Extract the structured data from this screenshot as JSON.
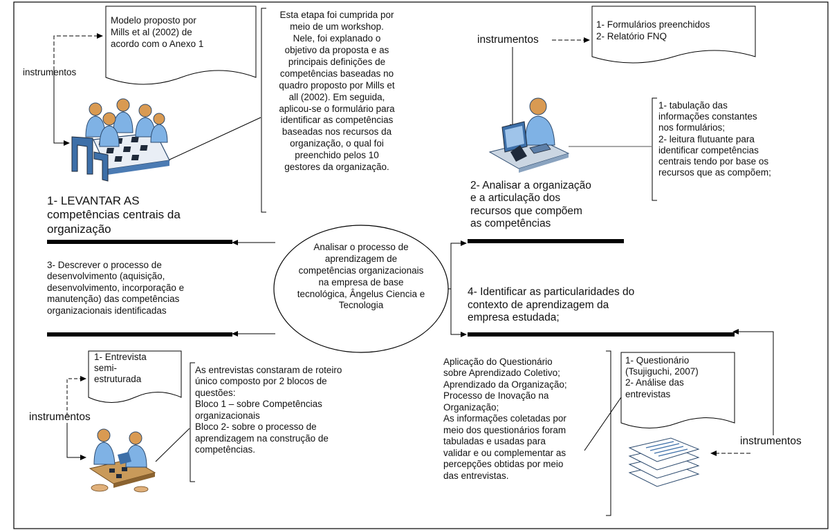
{
  "colors": {
    "ink": "#000000",
    "figure_blue": "#7fb2e5",
    "figure_dark": "#3d6fa8",
    "skin": "#d99a52",
    "table_wood": "#c99a5a",
    "connector_gray": "#8a8a8a"
  },
  "center_node": {
    "text": "Analisar o processo de\naprendizagem de\ncompetências organizacionais\nna empresa de base\ntecnológica, Ângelus Ciencia e\nTecnologia"
  },
  "step1": {
    "title": "1- LEVANTAR AS\ncompetências centrais da\norganização",
    "instruments_label": "instrumentos",
    "document_text": "Modelo proposto por\nMills et al (2002) de\nacordo com o Anexo 1",
    "note": "Esta etapa foi cumprida por\nmeio de um workshop.\nNele, foi explanado o\nobjetivo da proposta e as\nprincipais definições de\ncompetências baseadas no\nquadro proposto por Mills et\nall (2002). Em seguida,\naplicou-se o formulário para\nidentificar as competências\nbaseadas nos recursos da\norganização, o qual foi\npreenchido pelos 10\ngestores da organização.",
    "icon": "meeting-group-icon"
  },
  "step2": {
    "title": "2- Analisar a  organização\ne a articulação dos\nrecursos que compõem\nas competências",
    "instruments_label": "instrumentos",
    "document_text": "1- Formulários preenchidos\n2- Relatório FNQ",
    "note": "1- tabulação das\ninformações constantes\nnos formulários;\n2- leitura flutuante para\nidentificar competências\ncentrais tendo por base os\nrecursos que as compõem;",
    "icon": "analyst-computer-icon"
  },
  "step3": {
    "title": "3- Descrever o processo de\ndesenvolvimento (aquisição,\ndesenvolvimento, incorporação e\nmanutenção) das competências\norganizacionais identificadas",
    "instruments_label": "instrumentos",
    "document_text": "1- Entrevista\nsemi-\nestruturada",
    "note": "As entrevistas constaram de roteiro\núnico composto por 2 blocos de\nquestões:\nBloco 1 – sobre Competências\norganizacionais\nBloco 2- sobre o processo de\naprendizagem na construção de\ncompetências.",
    "icon": "interview-icon"
  },
  "step4": {
    "title": "4- Identificar as particularidades do\ncontexto de aprendizagem da\nempresa estudada;",
    "instruments_label": "instrumentos",
    "document_text": "1- Questionário\n(Tsujiguchi, 2007)\n2- Análise das\nentrevistas",
    "note": "Aplicação do Questionário\nsobre Aprendizado Coletivo;\nAprendizado da Organização;\nProcesso de Inovação na\nOrganização;\nAs informações coletadas por\nmeio dos questionários foram\ntabuladas e usadas para\nvalidar e ou complementar  as\npercepções obtidas por meio\ndas entrevistas.",
    "icon": "document-stack-icon"
  }
}
